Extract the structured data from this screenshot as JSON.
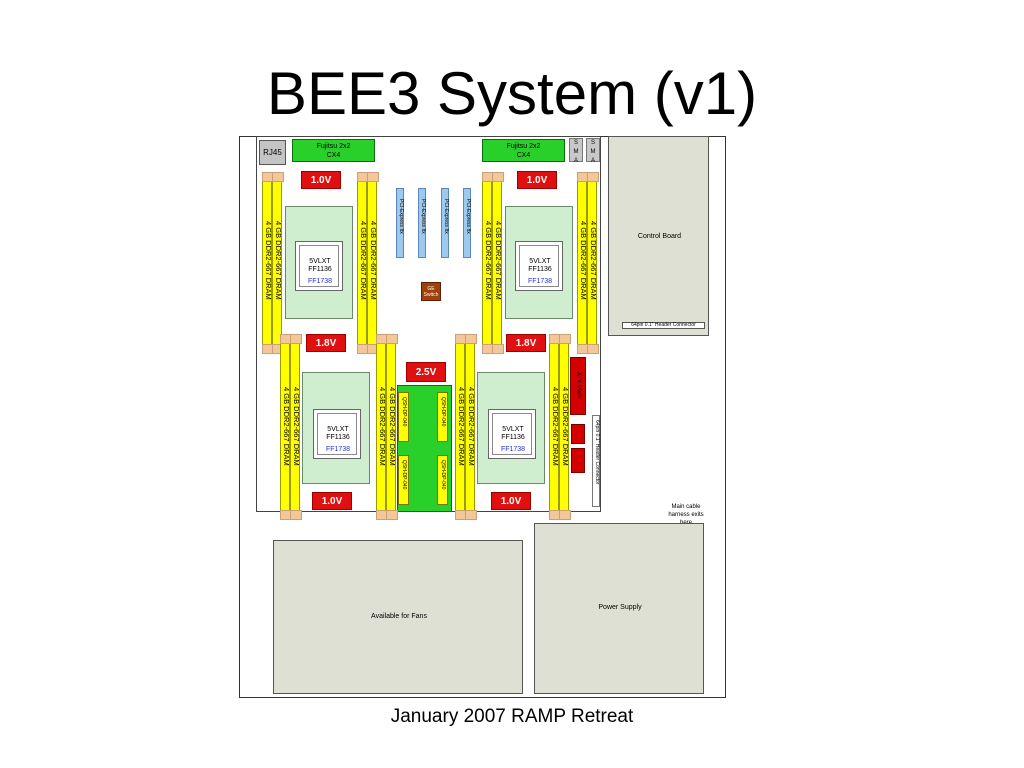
{
  "slide": {
    "title": "BEE3 System (v1)",
    "footer": "January 2007 RAMP Retreat"
  },
  "labels": {
    "rj45": "RJ45",
    "cx4_line1": "Fujitsu 2x2",
    "cx4_line2": "CX4",
    "sma": "S\nM\nA",
    "v10": "1.0V",
    "v18": "1.8V",
    "v25": "2.5V",
    "dimm": "4 GB DDR2-667 DRAM",
    "fpga_line1": "5VLXT",
    "fpga_line2": "FF1136",
    "fpga_line3": "FF1738",
    "pcie": "PCI-Express 8x",
    "ge_line1": "GE",
    "ge_line2": "Switch",
    "qsh": "QSH-DP-040",
    "atx": "ATX PWR",
    "header_vertical": "64pin 0.1\" Header Connector",
    "control_board": "Control Board",
    "header_horizontal": "64pin 0.1\" Header Connector",
    "cable_line1": "Main cable",
    "cable_line2": "harness exits",
    "cable_line3": "here",
    "power_supply": "Power Supply",
    "fans": "Available for Fans"
  },
  "colors": {
    "dimm": "#ffff00",
    "regulator": "#e01010",
    "cx4": "#2ad02a",
    "fpga_package": "#cfeecf",
    "pcie": "#9ec9ee",
    "ge_switch": "#a0400a",
    "panel": "#dde0d2"
  }
}
